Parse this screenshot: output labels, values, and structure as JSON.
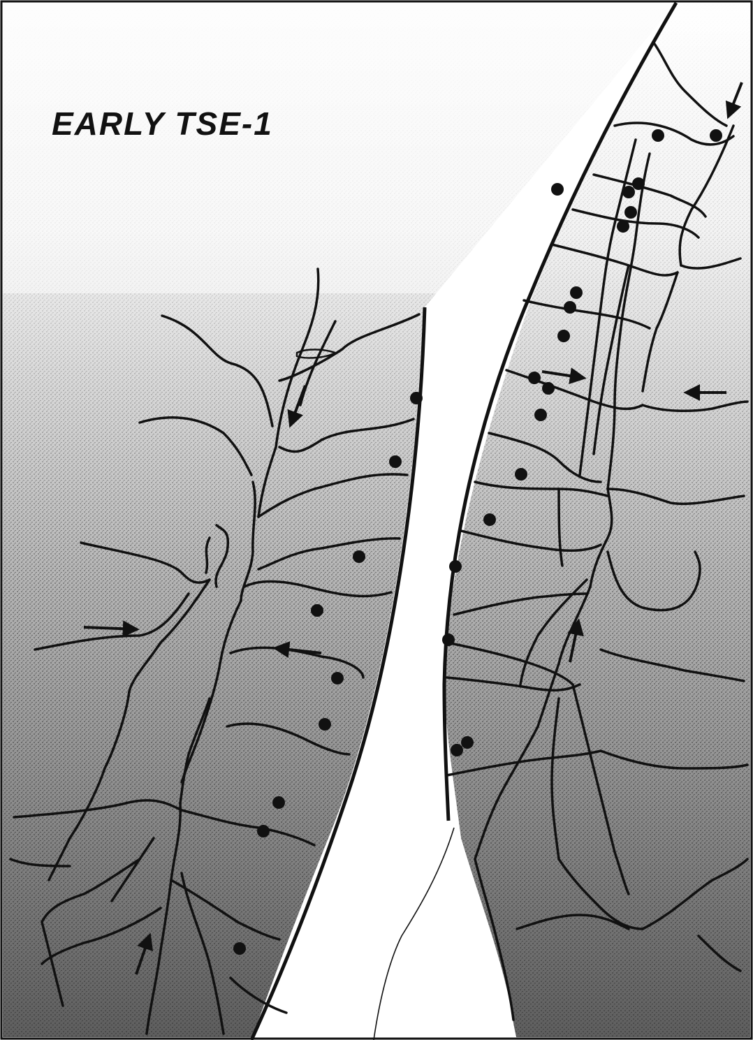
{
  "title": "EARLY TSE-1",
  "colors": {
    "ink": "#111111",
    "paper": "#fafafa",
    "stipple": "#3a3a3a"
  },
  "elements": {
    "branching_lines": "dark-lines",
    "dots": "dark-dots",
    "arrows": "arrows",
    "corridor": "white-curved-band"
  }
}
